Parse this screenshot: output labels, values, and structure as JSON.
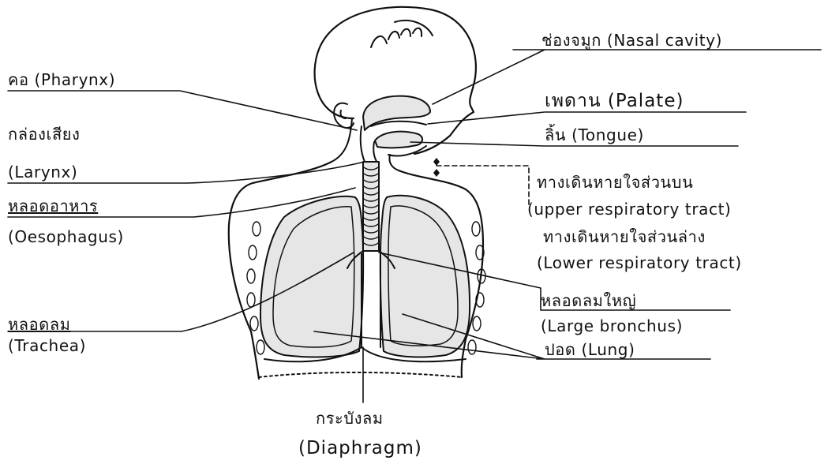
{
  "labels": {
    "pharynx": "คอ (Pharynx)",
    "larynx_th": "กล่องเสียง",
    "larynx_en": "(Larynx)",
    "oesophagus_th": "หลอดอาหาร",
    "oesophagus_en": "(Oesophagus)",
    "trachea_th": "หลอดลม",
    "trachea_en": "(Trachea)",
    "nasal_cavity": "ช่องจมูก (Nasal cavity)",
    "palate": "เพดาน (Palate)",
    "tongue": "ลิ้น (Tongue)",
    "upper_tract_th": "ทางเดินหายใจส่วนบน",
    "upper_tract_en": "(upper respiratory tract)",
    "lower_tract_th": "ทางเดินหายใจส่วนล่าง",
    "lower_tract_en": "(Lower respiratory tract)",
    "bronchus_th": "หลอดลมใหญ่",
    "bronchus_en": "(Large bronchus)",
    "lung": "ปอด (Lung)",
    "diaphragm_th": "กระบังลม",
    "diaphragm_en": "(Diaphragm)"
  },
  "colors": {
    "ink": "#111111",
    "lung_shade": "#e6e6e6",
    "background": "#ffffff"
  }
}
